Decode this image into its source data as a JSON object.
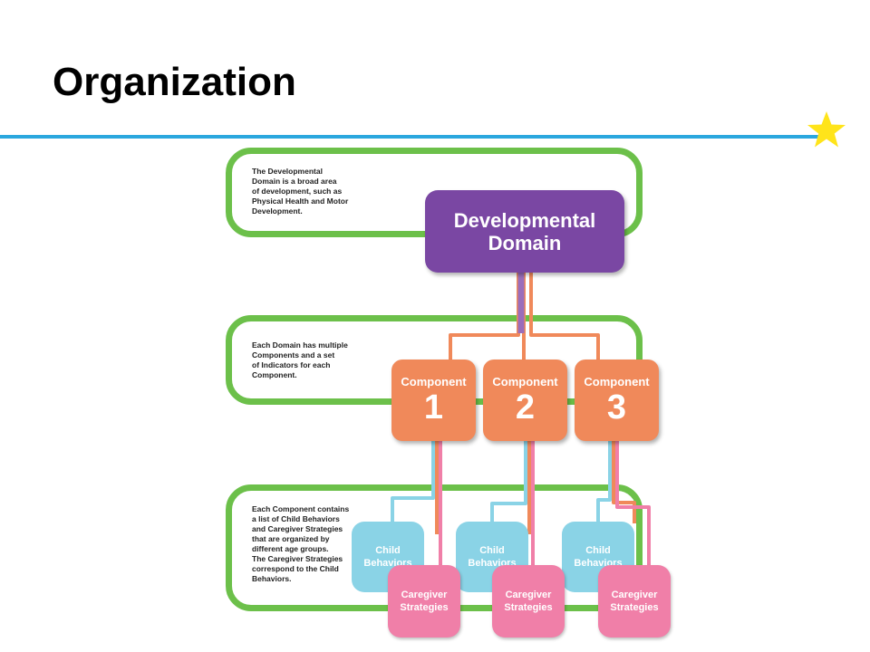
{
  "slide": {
    "title": "Organization"
  },
  "diagram": {
    "descriptions": {
      "domain": "The Developmental\nDomain is a broad area\nof development, such as\nPhysical Health and Motor\nDevelopment.",
      "components": "Each Domain has multiple\nComponents and a set\nof Indicators for each\nComponent.",
      "behaviors": "Each Component contains\na list of Child Behaviors\nand Caregiver Strategies\nthat are organized by\ndifferent age groups.\nThe Caregiver Strategies\ncorrespond to the Child\nBehaviors."
    },
    "domain_label": "Developmental\nDomain",
    "components": [
      {
        "label": "Component",
        "number": "1"
      },
      {
        "label": "Component",
        "number": "2"
      },
      {
        "label": "Component",
        "number": "3"
      }
    ],
    "child_label": "Child\nBehaviors",
    "caregiver_label": "Caregiver\nStrategies"
  },
  "colors": {
    "accent_line": "#2aa7de",
    "star": "#ffe41a",
    "frame": "#6cc04a",
    "domain": "#7a47a3",
    "component": "#f0895a",
    "child_behaviors": "#8ad3e6",
    "caregiver_strategies": "#f07fa8"
  }
}
